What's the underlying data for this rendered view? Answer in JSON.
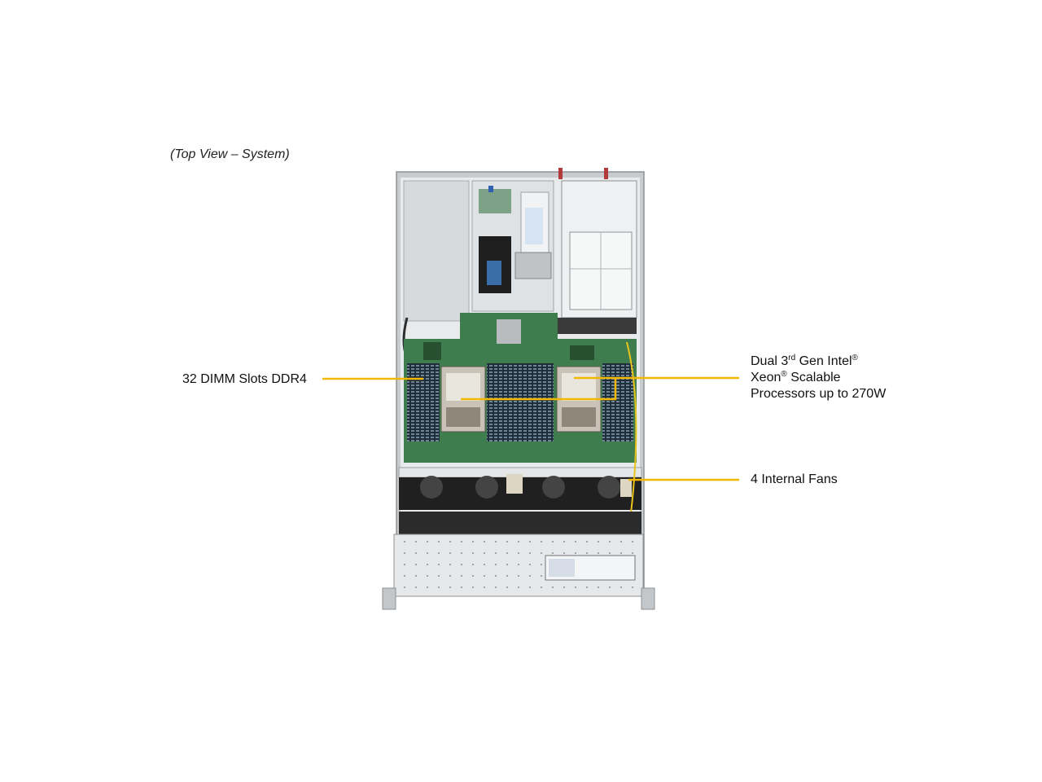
{
  "caption": "(Top View – System)",
  "callouts": {
    "dimm": "32 DIMM  Slots DDR4",
    "cpu": {
      "line1_a": "Dual 3",
      "line1_sup": "rd",
      "line1_b": " Gen Intel",
      "line1_reg": "®",
      "line2_a": "Xeon",
      "line2_reg": "®",
      "line2_b": " Scalable",
      "line3": "Processors up to 270W"
    },
    "fans": "4 Internal  Fans"
  },
  "colors": {
    "leader": "#f2b705",
    "chassis": "#d9dbdc",
    "board": "#3f7d4e",
    "dimm": "#22303c"
  }
}
